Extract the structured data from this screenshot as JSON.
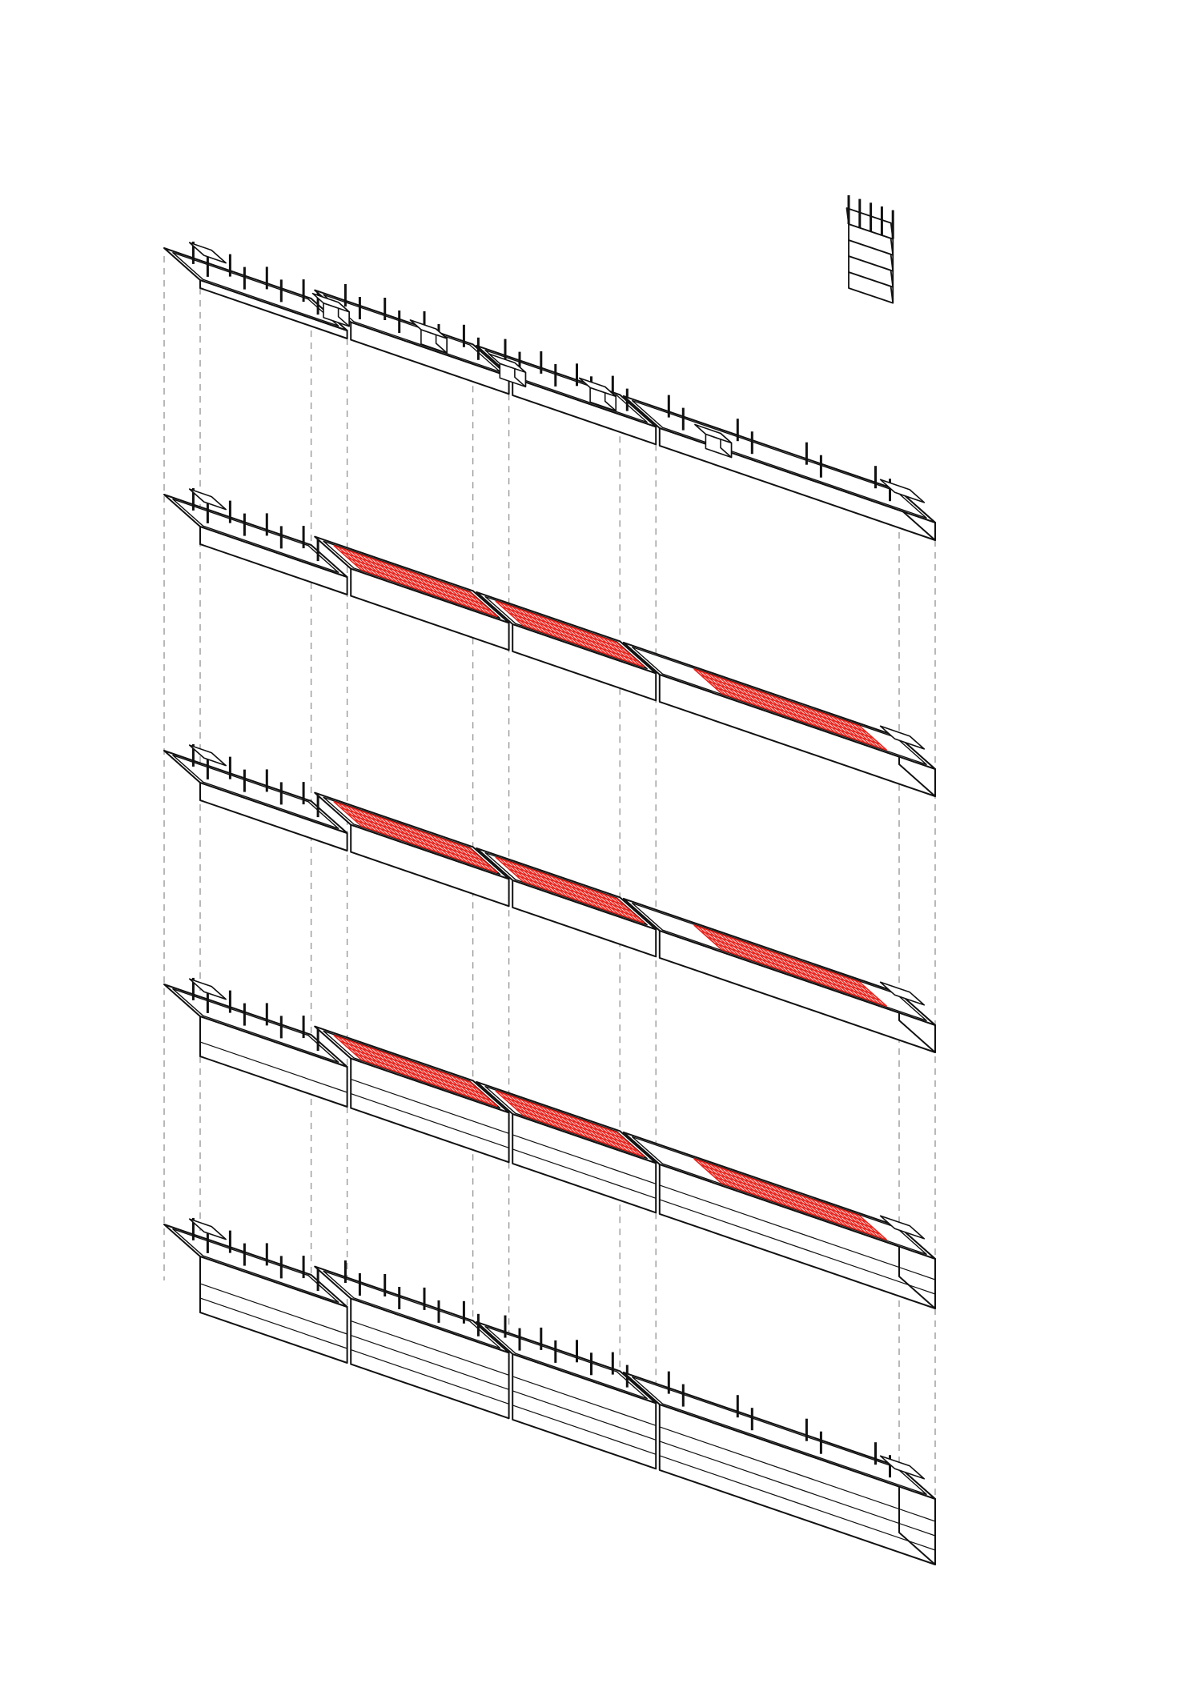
{
  "diagram": {
    "kind": "exploded-axonometric",
    "colors": {
      "background": "#ffffff",
      "line": "#111111",
      "hatch": "#e8231c",
      "guide": "#9a9a9a"
    },
    "levels": [
      {
        "id": "roof",
        "hatched_bays": [],
        "columns": true
      },
      {
        "id": "level-3",
        "hatched_bays": [
          1,
          2,
          3
        ],
        "columns": true
      },
      {
        "id": "level-2",
        "hatched_bays": [
          1,
          2,
          3
        ],
        "columns": true
      },
      {
        "id": "level-1",
        "hatched_bays": [
          1,
          2,
          3
        ],
        "columns": true
      },
      {
        "id": "ground",
        "hatched_bays": [],
        "columns": true
      }
    ],
    "tower": {
      "present": true
    }
  }
}
